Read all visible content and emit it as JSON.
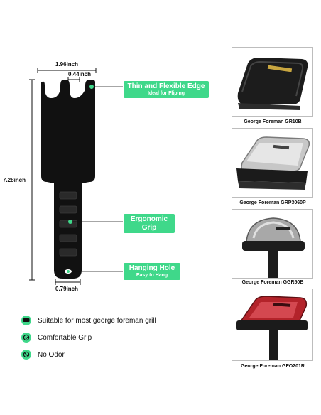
{
  "dimensions": {
    "width_top": "1.96inch",
    "notch": "0.44inch",
    "height": "7.28inch",
    "handle_width": "0.79inch"
  },
  "callouts": [
    {
      "title": "Thin and Flexible Edge",
      "subtitle": "Ideal for Fliping"
    },
    {
      "title": "Ergonomic",
      "subtitle": "Grip"
    },
    {
      "title": "Hanging Hole",
      "subtitle": "Easy to Hang"
    }
  ],
  "features": [
    {
      "icon": "grill-icon",
      "label": "Suitable for most george foreman grill"
    },
    {
      "icon": "hand-grip-icon",
      "label": "Comfortable Grip"
    },
    {
      "icon": "no-odor-icon",
      "label": "No Odor"
    }
  ],
  "products": [
    {
      "model": "George Foreman GR10B"
    },
    {
      "model": "George Foreman GRP3060P"
    },
    {
      "model": "George Foreman GGR50B"
    },
    {
      "model": "George Foreman GFO201R"
    }
  ],
  "colors": {
    "accent": "#3fd88a",
    "tool": "#111111",
    "card_border": "#bdbdbd"
  }
}
